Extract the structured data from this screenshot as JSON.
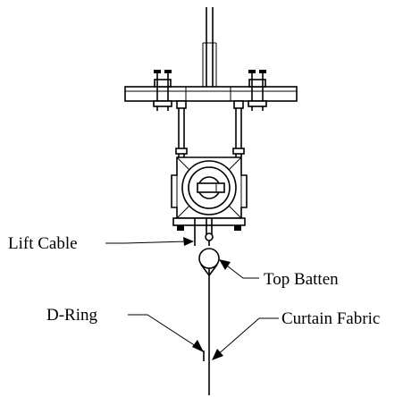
{
  "labels": {
    "lift_cable": "Lift Cable",
    "top_batten": "Top Batten",
    "d_ring": "D-Ring",
    "curtain_fabric": "Curtain Fabric"
  }
}
